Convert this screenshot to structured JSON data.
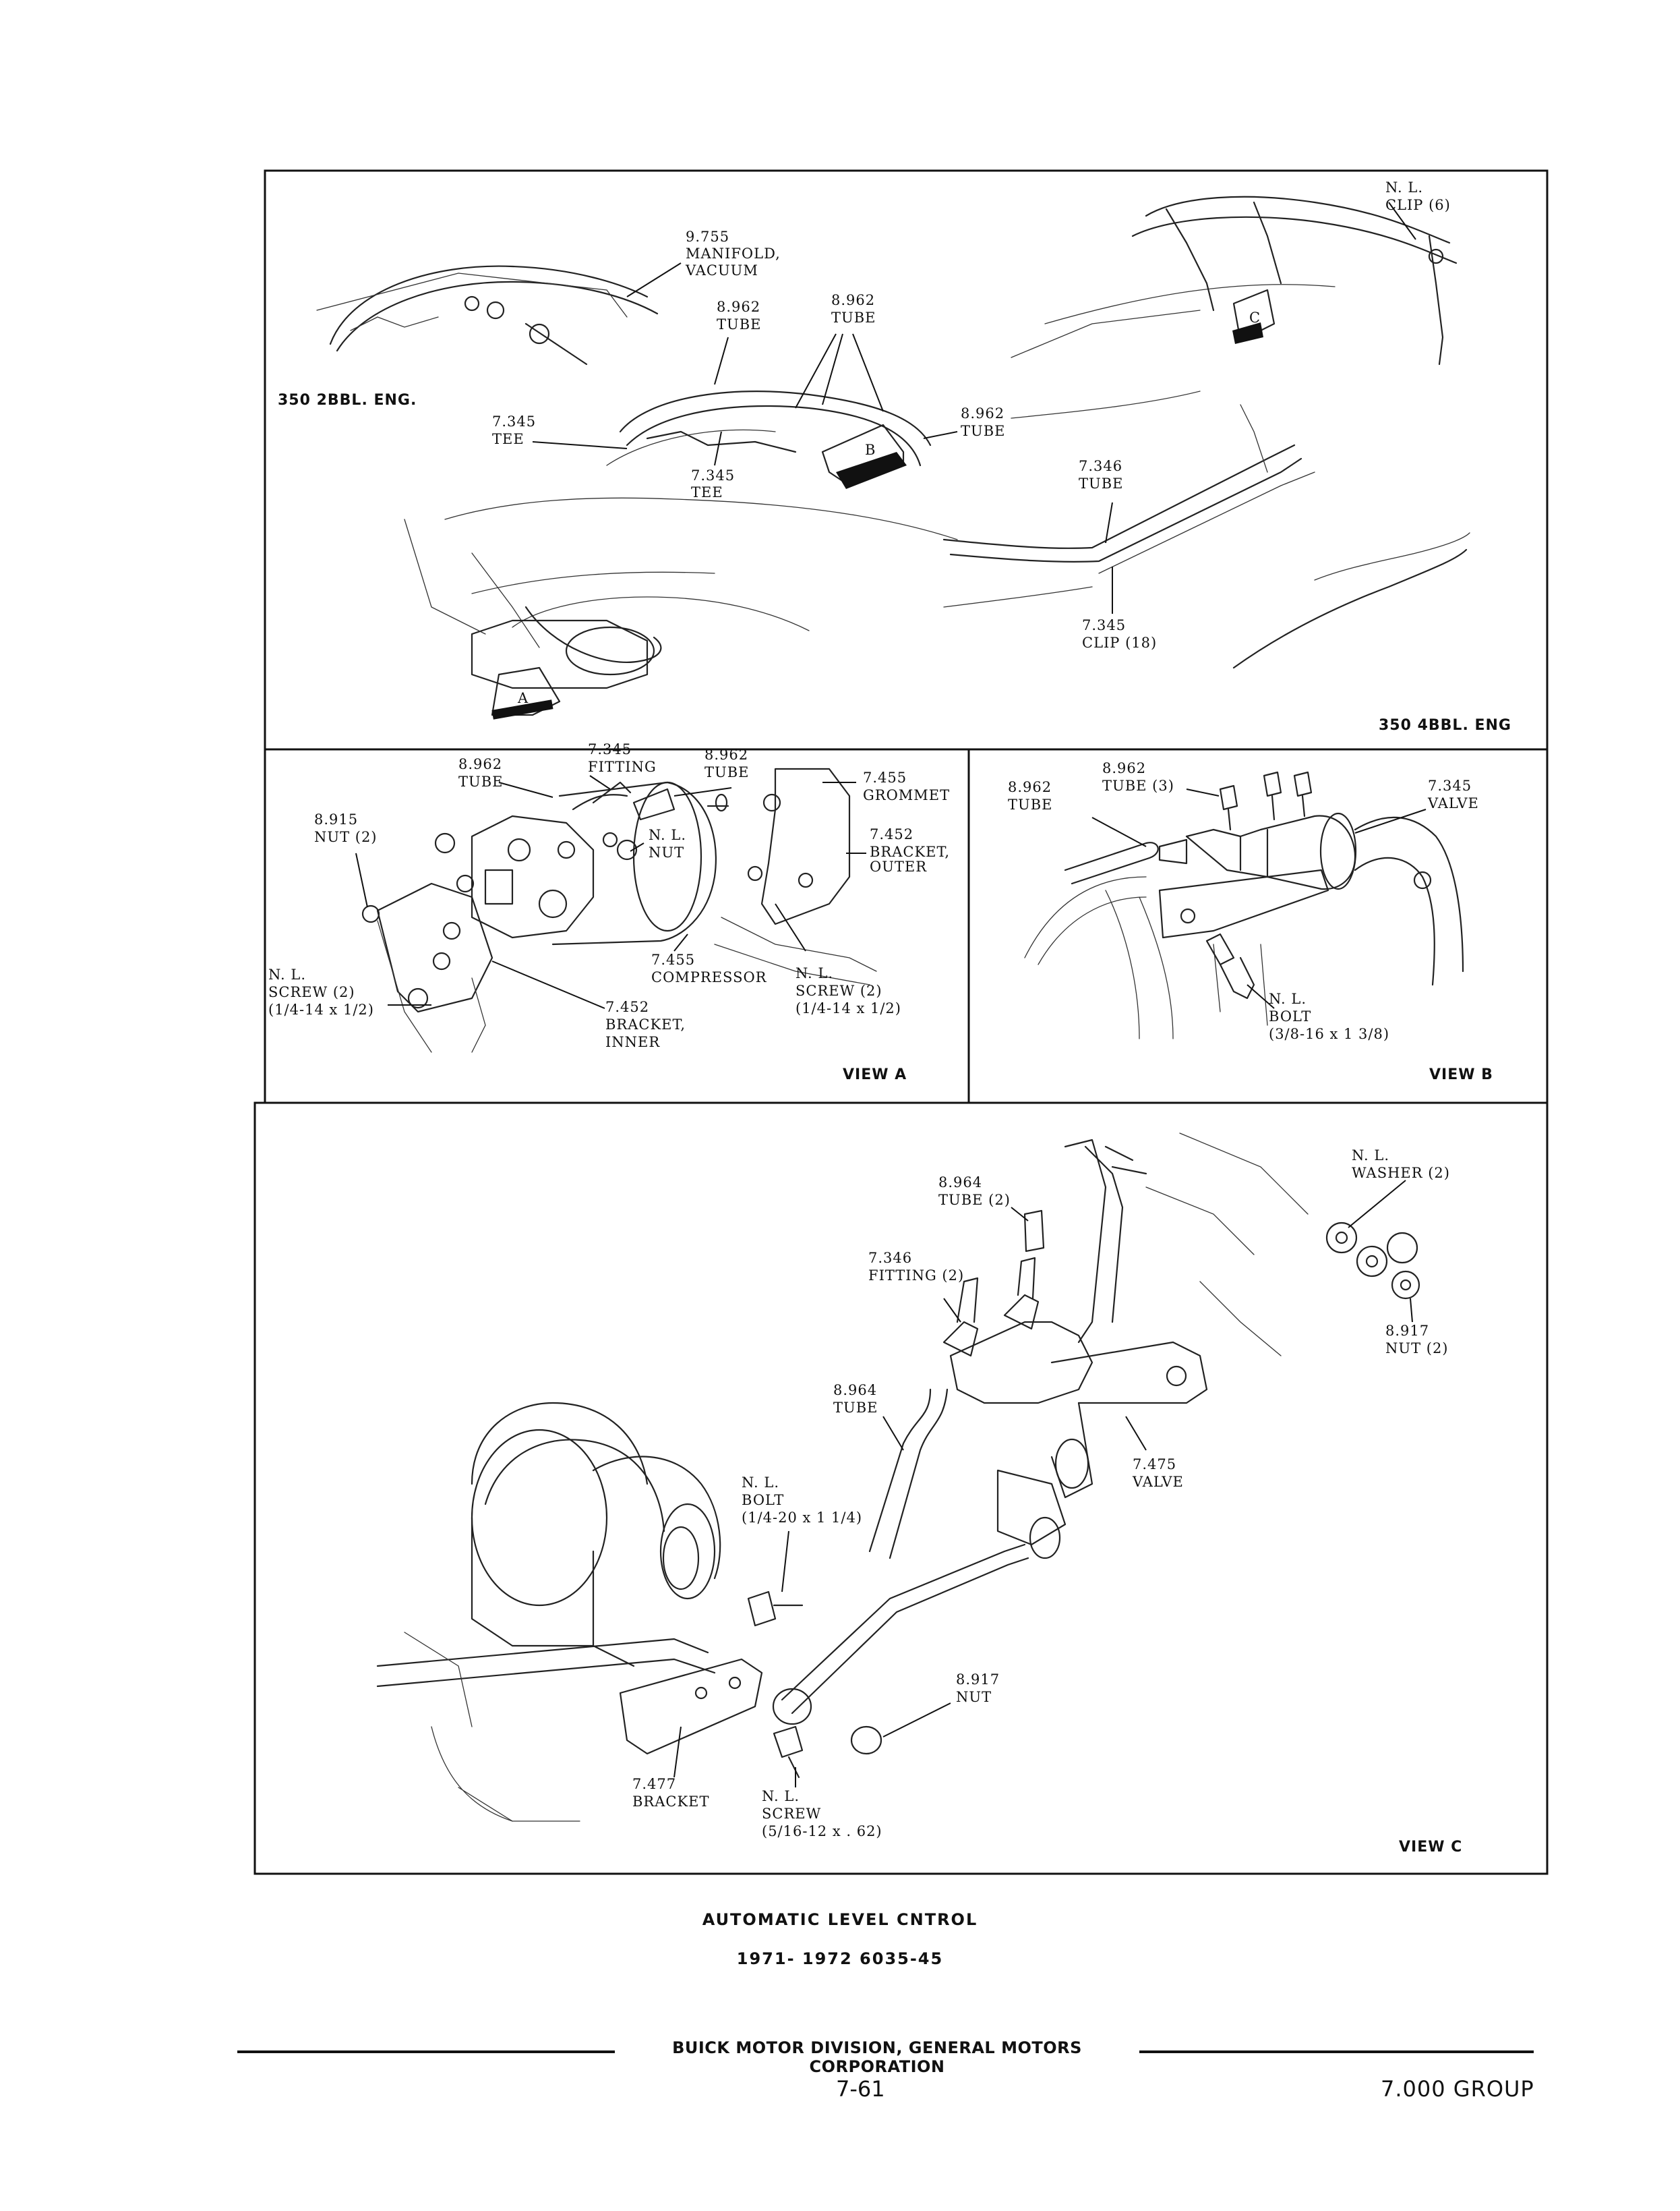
{
  "diagram": {
    "top_panel": {
      "left_engine_label": "350 2BBL. ENG.",
      "right_engine_label": "350 4BBL. ENG",
      "labels": {
        "manifold_num": "9.755",
        "manifold_a": "MANIFOLD,",
        "manifold_b": "VACUUM",
        "tube1_num": "8.962",
        "tube1_name": "TUBE",
        "tube2_num": "8.962",
        "tube2_name": "TUBE",
        "tube3_num": "8.962",
        "tube3_name": "TUBE",
        "tee1_num": "7.345",
        "tee1_name": "TEE",
        "tee2_num": "7.345",
        "tee2_name": "TEE",
        "nl_clip_a": "N. L.",
        "nl_clip_b": "CLIP (6)",
        "tube4_num": "7.346",
        "tube4_name": "TUBE",
        "clip_num": "7.345",
        "clip_name": "CLIP (18)",
        "arrow_a": "A",
        "arrow_b": "B",
        "arrow_c": "C"
      }
    },
    "view_a": {
      "title": "VIEW A",
      "labels": {
        "tube_l_num": "8.962",
        "tube_l_name": "TUBE",
        "fitting_num": "7.345",
        "fitting_name": "FITTING",
        "tube_r_num": "8.962",
        "tube_r_name": "TUBE",
        "grommet_num": "7.455",
        "grommet_name": "GROMMET",
        "bracket_outer_num": "7.452",
        "bracket_outer_a": "BRACKET,",
        "bracket_outer_b": "OUTER",
        "nut2_num": "8.915",
        "nut2_name": "NUT (2)",
        "nl_nut_a": "N. L.",
        "nl_nut_b": "NUT",
        "compressor_num": "7.455",
        "compressor_name": "COMPRESSOR",
        "nl_screw_l_a": "N. L.",
        "nl_screw_l_b": "SCREW (2)",
        "nl_screw_l_c": "(1/4-14 x 1/2)",
        "nl_screw_r_a": "N. L.",
        "nl_screw_r_b": "SCREW (2)",
        "nl_screw_r_c": "(1/4-14 x 1/2)",
        "bracket_inner_num": "7.452",
        "bracket_inner_a": "BRACKET,",
        "bracket_inner_b": "INNER"
      }
    },
    "view_b": {
      "title": "VIEW B",
      "labels": {
        "tube_num": "8.962",
        "tube_name": "TUBE",
        "tube3_num": "8.962",
        "tube3_name": "TUBE (3)",
        "valve_num": "7.345",
        "valve_name": "VALVE",
        "bolt_a": "N. L.",
        "bolt_b": "BOLT",
        "bolt_c": "(3/8-16 x 1 3/8)"
      }
    },
    "view_c": {
      "title": "VIEW C",
      "labels": {
        "washer_a": "N. L.",
        "washer_b": "WASHER (2)",
        "tube2_num": "8.964",
        "tube2_name": "TUBE (2)",
        "fitting_num": "7.346",
        "fitting_name": "FITTING (2)",
        "nut2_num": "8.917",
        "nut2_name": "NUT (2)",
        "tube_num": "8.964",
        "tube_name": "TUBE",
        "valve_num": "7.475",
        "valve_name": "VALVE",
        "bolt_a": "N. L.",
        "bolt_b": "BOLT",
        "bolt_c": "(1/4-20 x 1 1/4)",
        "nut_num": "8.917",
        "nut_name": "NUT",
        "bracket_num": "7.477",
        "bracket_name": "BRACKET",
        "screw_a": "N. L.",
        "screw_b": "SCREW",
        "screw_c": "(5/16-12 x . 62)"
      }
    }
  },
  "caption": {
    "title": "AUTOMATIC LEVEL CNTROL",
    "subtitle": "1971- 1972 6035-45"
  },
  "footer": {
    "division": "BUICK MOTOR DIVISION, GENERAL MOTORS CORPORATION",
    "page_number": "7-61",
    "group": "7.000 GROUP"
  }
}
